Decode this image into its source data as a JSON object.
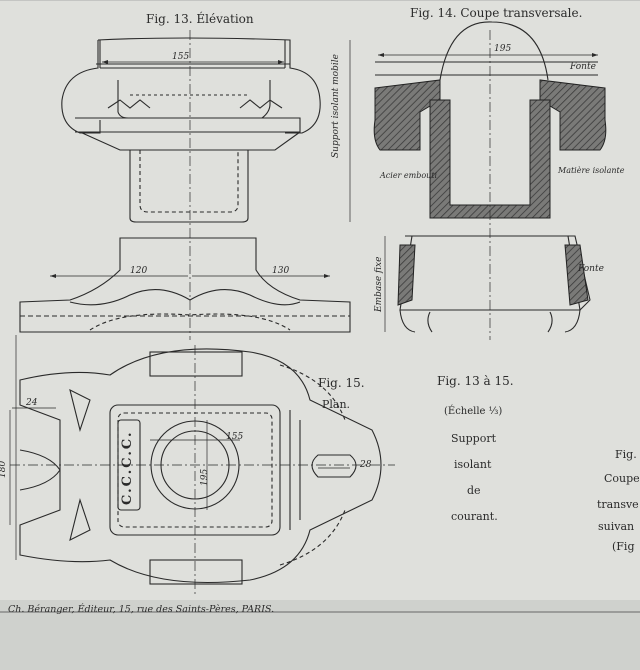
{
  "figures": {
    "fig13_title": "Fig. 13. Élévation",
    "fig14_title": "Fig. 14. Coupe transversale.",
    "fig15_title": "Fig. 15.",
    "fig15_sub": "Plan."
  },
  "caption": {
    "range": "Fig. 13 à 15.",
    "scale": "(Échelle ⅓)",
    "line1": "Support",
    "line2": "isolant",
    "line3": "de",
    "line4": "courant."
  },
  "cut_off": {
    "l1": "Fig.",
    "l2": "Coupe",
    "l3": "transve",
    "l4": "suivan",
    "l5": "(Fig"
  },
  "annotations": {
    "support_mobile": "Support isolant mobile",
    "embase_fixe": "Embase fixe",
    "fonte_top": "Fonte",
    "fonte_bottom": "Fonte",
    "acier": "Acier embouti",
    "matiere": "Matière isolante"
  },
  "dimensions": {
    "d155_top": "155",
    "d195_top": "195",
    "d120_left": "120",
    "d130_right": "130",
    "d24": "24",
    "d28": "28",
    "d180": "180",
    "d155_plan": "155",
    "d195_plan": "195"
  },
  "plate_text": {
    "cccc": "C.C.C.C."
  },
  "footer": {
    "publisher": "Ch. Béranger, Éditeur, 15, rue des Saints-Pères, PARIS."
  }
}
